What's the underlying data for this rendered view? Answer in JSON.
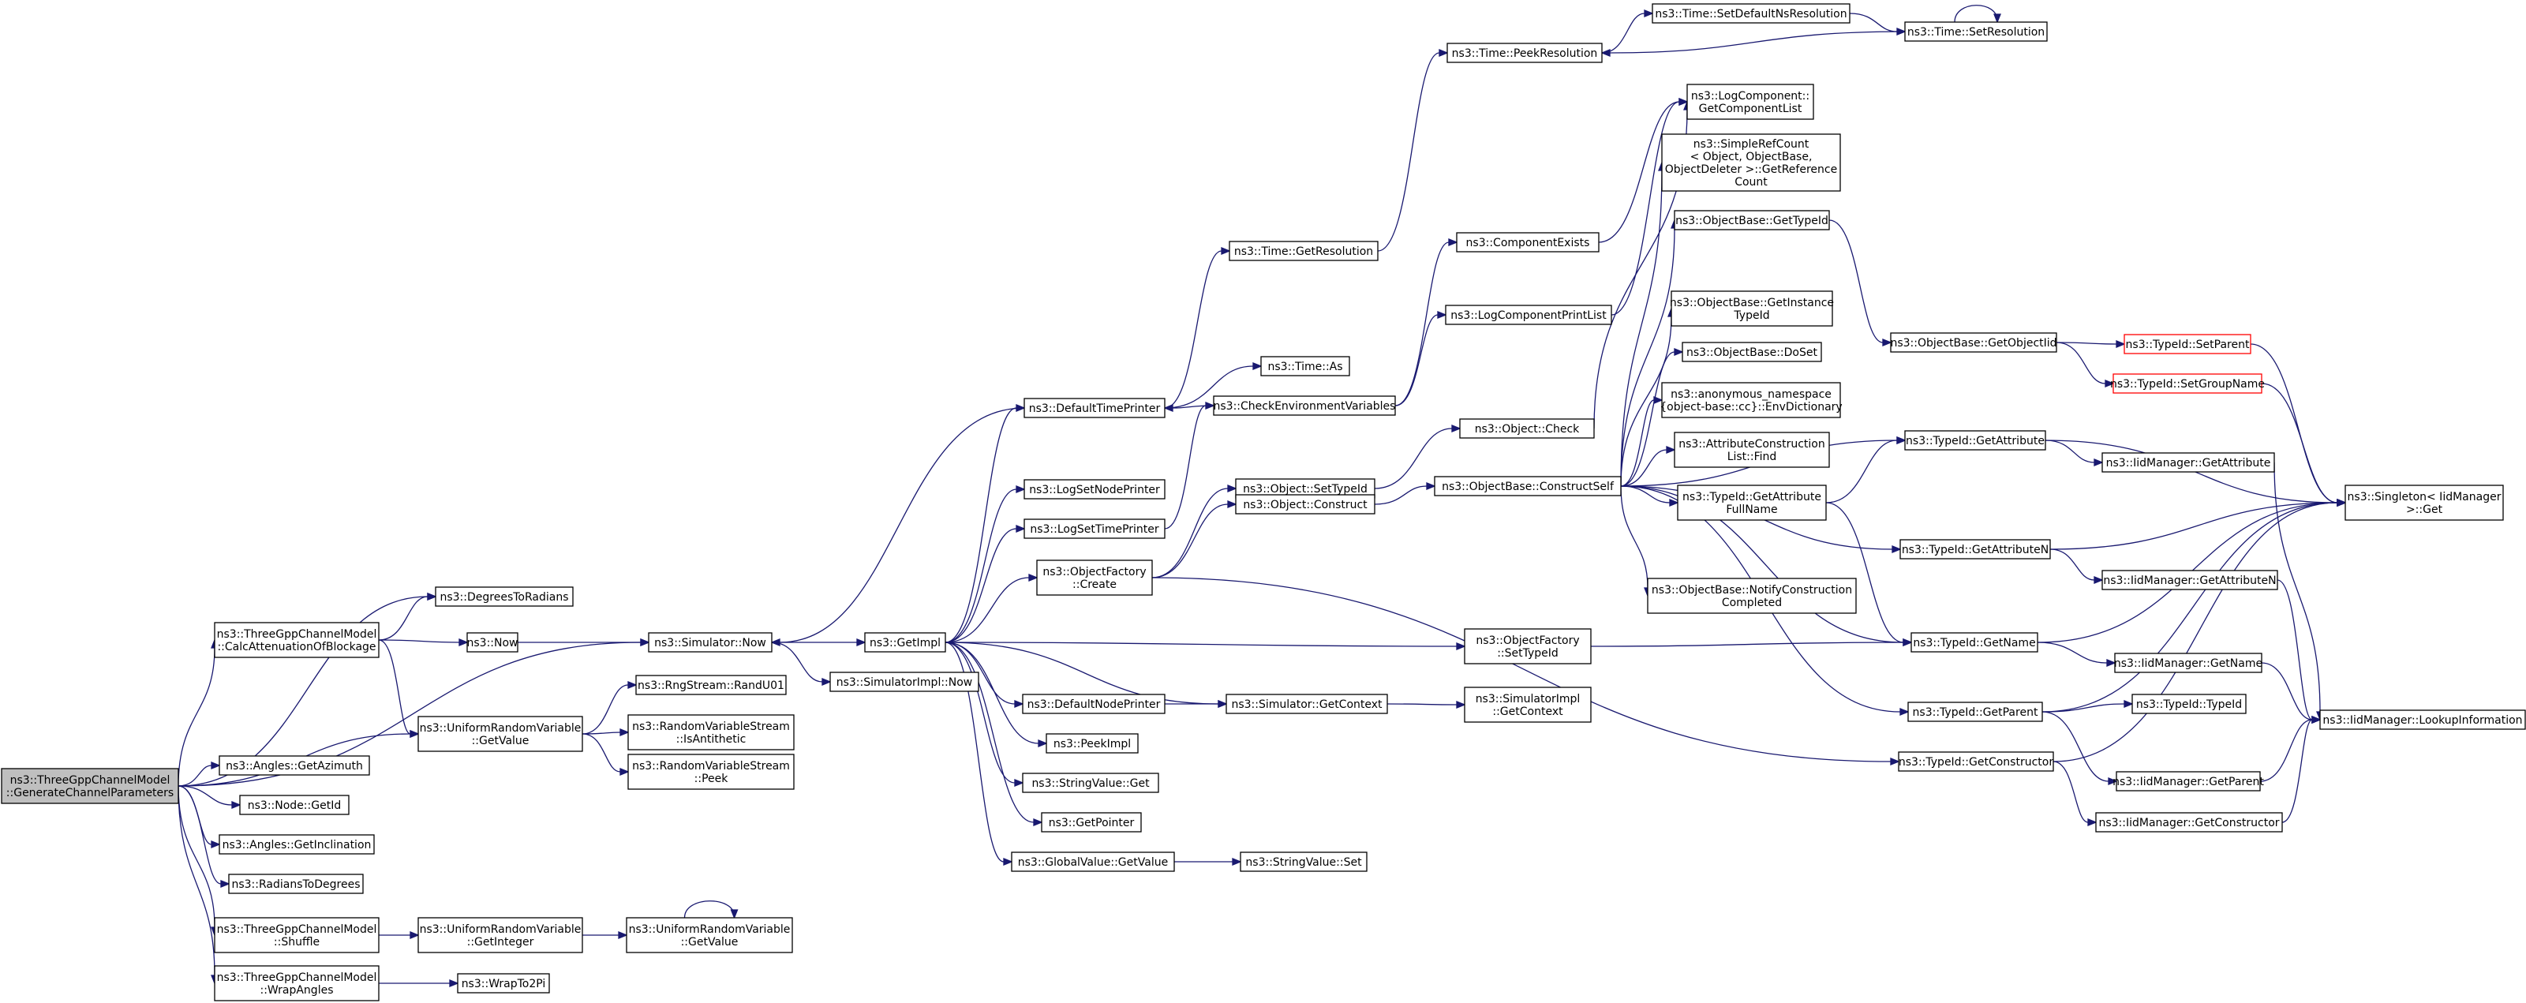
{
  "graph": {
    "nodes": [
      {
        "id": "root",
        "lines": [
          "ns3::ThreeGppChannelModel",
          "::GenerateChannelParameters"
        ],
        "style": "root"
      },
      {
        "id": "calcAtt",
        "lines": [
          "ns3::ThreeGppChannelModel",
          "::CalcAttenuationOfBlockage"
        ]
      },
      {
        "id": "deg2rad",
        "lines": [
          "ns3::DegreesToRadians"
        ]
      },
      {
        "id": "now",
        "lines": [
          "ns3::Now"
        ]
      },
      {
        "id": "simNow",
        "lines": [
          "ns3::Simulator::Now"
        ]
      },
      {
        "id": "urvGetValue",
        "lines": [
          "ns3::UniformRandomVariable",
          "::GetValue"
        ]
      },
      {
        "id": "anglesAz",
        "lines": [
          "ns3::Angles::GetAzimuth"
        ]
      },
      {
        "id": "nodeGetId",
        "lines": [
          "ns3::Node::GetId"
        ]
      },
      {
        "id": "anglesInc",
        "lines": [
          "ns3::Angles::GetInclination"
        ]
      },
      {
        "id": "rad2deg",
        "lines": [
          "ns3::RadiansToDegrees"
        ]
      },
      {
        "id": "shuffle",
        "lines": [
          "ns3::ThreeGppChannelModel",
          "::Shuffle"
        ]
      },
      {
        "id": "wrapAngles",
        "lines": [
          "ns3::ThreeGppChannelModel",
          "::WrapAngles"
        ]
      },
      {
        "id": "randU01",
        "lines": [
          "ns3::RngStream::RandU01"
        ]
      },
      {
        "id": "isAnti",
        "lines": [
          "ns3::RandomVariableStream",
          "::IsAntithetic"
        ]
      },
      {
        "id": "peek",
        "lines": [
          "ns3::RandomVariableStream",
          "::Peek"
        ]
      },
      {
        "id": "getInteger",
        "lines": [
          "ns3::UniformRandomVariable",
          "::GetInteger"
        ]
      },
      {
        "id": "urvGetValue2",
        "lines": [
          "ns3::UniformRandomVariable",
          "::GetValue"
        ]
      },
      {
        "id": "wrapTo2Pi",
        "lines": [
          "ns3::WrapTo2Pi"
        ]
      },
      {
        "id": "getImpl",
        "lines": [
          "ns3::GetImpl"
        ]
      },
      {
        "id": "simImplNow",
        "lines": [
          "ns3::SimulatorImpl::Now"
        ]
      },
      {
        "id": "defTimePrinter",
        "lines": [
          "ns3::DefaultTimePrinter"
        ]
      },
      {
        "id": "logSetNodePrinter",
        "lines": [
          "ns3::LogSetNodePrinter"
        ]
      },
      {
        "id": "logSetTimePrinter",
        "lines": [
          "ns3::LogSetTimePrinter"
        ]
      },
      {
        "id": "objFactoryCreate",
        "lines": [
          "ns3::ObjectFactory",
          "::Create"
        ]
      },
      {
        "id": "defNodePrinter",
        "lines": [
          "ns3::DefaultNodePrinter"
        ]
      },
      {
        "id": "peekImpl",
        "lines": [
          "ns3::PeekImpl"
        ]
      },
      {
        "id": "stringValueGet",
        "lines": [
          "ns3::StringValue::Get"
        ]
      },
      {
        "id": "getPointer",
        "lines": [
          "ns3::GetPointer"
        ]
      },
      {
        "id": "globalValueGet",
        "lines": [
          "ns3::GlobalValue::GetValue"
        ]
      },
      {
        "id": "timeGetRes",
        "lines": [
          "ns3::Time::GetResolution"
        ]
      },
      {
        "id": "timeAs",
        "lines": [
          "ns3::Time::As"
        ]
      },
      {
        "id": "checkEnv",
        "lines": [
          "ns3::CheckEnvironmentVariables"
        ]
      },
      {
        "id": "objSetTypeId",
        "lines": [
          "ns3::Object::SetTypeId"
        ]
      },
      {
        "id": "objConstruct",
        "lines": [
          "ns3::Object::Construct"
        ]
      },
      {
        "id": "simGetContext",
        "lines": [
          "ns3::Simulator::GetContext"
        ]
      },
      {
        "id": "stringValueSet",
        "lines": [
          "ns3::StringValue::Set"
        ]
      },
      {
        "id": "timePeekRes",
        "lines": [
          "ns3::Time::PeekResolution"
        ]
      },
      {
        "id": "timeSetDefNs",
        "lines": [
          "ns3::Time::SetDefaultNsResolution"
        ]
      },
      {
        "id": "timeSetRes",
        "lines": [
          "ns3::Time::SetResolution"
        ]
      },
      {
        "id": "compExists",
        "lines": [
          "ns3::ComponentExists"
        ]
      },
      {
        "id": "logCompPrintList",
        "lines": [
          "ns3::LogComponentPrintList"
        ]
      },
      {
        "id": "objCheck",
        "lines": [
          "ns3::Object::Check"
        ]
      },
      {
        "id": "objBaseConstructSelf",
        "lines": [
          "ns3::ObjectBase::ConstructSelf"
        ]
      },
      {
        "id": "objFactorySetTypeId",
        "lines": [
          "ns3::ObjectFactory",
          "::SetTypeId"
        ]
      },
      {
        "id": "simImplGetContext",
        "lines": [
          "ns3::SimulatorImpl",
          "::GetContext"
        ]
      },
      {
        "id": "logCompGetList",
        "lines": [
          "ns3::LogComponent::",
          "GetComponentList"
        ]
      },
      {
        "id": "simpleRefCount",
        "lines": [
          "ns3::SimpleRefCount",
          "< Object, ObjectBase,",
          "ObjectDeleter >::GetReference",
          "Count"
        ]
      },
      {
        "id": "objBaseGetTypeId",
        "lines": [
          "ns3::ObjectBase::GetTypeId"
        ]
      },
      {
        "id": "objBaseGetInstTypeId",
        "lines": [
          "ns3::ObjectBase::GetInstance",
          "TypeId"
        ]
      },
      {
        "id": "objBaseDoSet",
        "lines": [
          "ns3::ObjectBase::DoSet"
        ]
      },
      {
        "id": "envDictionary",
        "lines": [
          "ns3::anonymous_namespace",
          "{object-base::cc}::EnvDictionary"
        ]
      },
      {
        "id": "attrConstrFind",
        "lines": [
          "ns3::AttributeConstruction",
          "List::Find"
        ]
      },
      {
        "id": "typeIdGetAttrFull",
        "lines": [
          "ns3::TypeId::GetAttribute",
          "FullName"
        ]
      },
      {
        "id": "objBaseNotify",
        "lines": [
          "ns3::ObjectBase::NotifyConstruction",
          "Completed"
        ]
      },
      {
        "id": "objBaseGetObjIid",
        "lines": [
          "ns3::ObjectBase::GetObjectIid"
        ]
      },
      {
        "id": "typeIdGetAttr",
        "lines": [
          "ns3::TypeId::GetAttribute"
        ]
      },
      {
        "id": "typeIdGetAttrN",
        "lines": [
          "ns3::TypeId::GetAttributeN"
        ]
      },
      {
        "id": "typeIdGetName",
        "lines": [
          "ns3::TypeId::GetName"
        ]
      },
      {
        "id": "typeIdGetParent",
        "lines": [
          "ns3::TypeId::GetParent"
        ]
      },
      {
        "id": "typeIdGetConstructor",
        "lines": [
          "ns3::TypeId::GetConstructor"
        ]
      },
      {
        "id": "typeIdSetParent",
        "lines": [
          "ns3::TypeId::SetParent"
        ],
        "style": "red"
      },
      {
        "id": "typeIdSetGroupName",
        "lines": [
          "ns3::TypeId::SetGroupName"
        ],
        "style": "red"
      },
      {
        "id": "iidGetAttribute",
        "lines": [
          "ns3::IidManager::GetAttribute"
        ]
      },
      {
        "id": "iidGetAttributeN",
        "lines": [
          "ns3::IidManager::GetAttributeN"
        ]
      },
      {
        "id": "iidGetName",
        "lines": [
          "ns3::IidManager::GetName"
        ]
      },
      {
        "id": "typeIdTypeId",
        "lines": [
          "ns3::TypeId::TypeId"
        ]
      },
      {
        "id": "iidGetParent",
        "lines": [
          "ns3::IidManager::GetParent"
        ]
      },
      {
        "id": "iidGetConstructor",
        "lines": [
          "ns3::IidManager::GetConstructor"
        ]
      },
      {
        "id": "singletonGet",
        "lines": [
          "ns3::Singleton< IidManager",
          ">::Get"
        ]
      },
      {
        "id": "iidLookup",
        "lines": [
          "ns3::IidManager::LookupInformation"
        ]
      }
    ],
    "edges": [
      [
        "root",
        "calcAtt"
      ],
      [
        "root",
        "deg2rad"
      ],
      [
        "root",
        "simNow"
      ],
      [
        "root",
        "urvGetValue"
      ],
      [
        "root",
        "anglesAz"
      ],
      [
        "root",
        "nodeGetId"
      ],
      [
        "root",
        "anglesInc"
      ],
      [
        "root",
        "rad2deg"
      ],
      [
        "root",
        "shuffle"
      ],
      [
        "root",
        "wrapAngles"
      ],
      [
        "calcAtt",
        "deg2rad"
      ],
      [
        "calcAtt",
        "now"
      ],
      [
        "calcAtt",
        "urvGetValue"
      ],
      [
        "now",
        "simNow"
      ],
      [
        "urvGetValue",
        "randU01"
      ],
      [
        "urvGetValue",
        "isAnti"
      ],
      [
        "urvGetValue",
        "peek"
      ],
      [
        "shuffle",
        "getInteger"
      ],
      [
        "getInteger",
        "urvGetValue2"
      ],
      [
        "urvGetValue2",
        "urvGetValue2"
      ],
      [
        "wrapAngles",
        "wrapTo2Pi"
      ],
      [
        "simNow",
        "getImpl"
      ],
      [
        "simNow",
        "simImplNow"
      ],
      [
        "getImpl",
        "defTimePrinter"
      ],
      [
        "getImpl",
        "logSetNodePrinter"
      ],
      [
        "getImpl",
        "logSetTimePrinter"
      ],
      [
        "getImpl",
        "objFactoryCreate"
      ],
      [
        "getImpl",
        "defNodePrinter"
      ],
      [
        "getImpl",
        "peekImpl"
      ],
      [
        "getImpl",
        "stringValueGet"
      ],
      [
        "getImpl",
        "getPointer"
      ],
      [
        "getImpl",
        "globalValueGet"
      ],
      [
        "getImpl",
        "objFactorySetTypeId"
      ],
      [
        "getImpl",
        "simGetContext"
      ],
      [
        "defTimePrinter",
        "simNow"
      ],
      [
        "defTimePrinter",
        "timeGetRes"
      ],
      [
        "defTimePrinter",
        "timeAs"
      ],
      [
        "logSetTimePrinter",
        "checkEnv"
      ],
      [
        "checkEnv",
        "defTimePrinter"
      ],
      [
        "checkEnv",
        "compExists"
      ],
      [
        "checkEnv",
        "logCompPrintList"
      ],
      [
        "objFactoryCreate",
        "objSetTypeId"
      ],
      [
        "objFactoryCreate",
        "objConstruct"
      ],
      [
        "objFactoryCreate",
        "typeIdGetConstructor"
      ],
      [
        "defNodePrinter",
        "simGetContext"
      ],
      [
        "simGetContext",
        "simImplGetContext"
      ],
      [
        "globalValueGet",
        "stringValueSet"
      ],
      [
        "timeGetRes",
        "timePeekRes"
      ],
      [
        "timePeekRes",
        "timeSetDefNs"
      ],
      [
        "timeSetDefNs",
        "timeSetRes"
      ],
      [
        "timeSetRes",
        "timePeekRes"
      ],
      [
        "timeSetRes",
        "timeSetRes"
      ],
      [
        "compExists",
        "logCompGetList"
      ],
      [
        "logCompPrintList",
        "logCompGetList"
      ],
      [
        "objSetTypeId",
        "objCheck"
      ],
      [
        "objCheck",
        "logCompGetList"
      ],
      [
        "objConstruct",
        "objBaseConstructSelf"
      ],
      [
        "objBaseConstructSelf",
        "simpleRefCount"
      ],
      [
        "objBaseConstructSelf",
        "objBaseGetTypeId"
      ],
      [
        "objBaseConstructSelf",
        "objBaseGetInstTypeId"
      ],
      [
        "objBaseConstructSelf",
        "objBaseDoSet"
      ],
      [
        "objBaseConstructSelf",
        "envDictionary"
      ],
      [
        "objBaseConstructSelf",
        "attrConstrFind"
      ],
      [
        "objBaseConstructSelf",
        "typeIdGetAttrFull"
      ],
      [
        "objBaseConstructSelf",
        "objBaseNotify"
      ],
      [
        "objBaseConstructSelf",
        "typeIdGetAttr"
      ],
      [
        "objBaseConstructSelf",
        "typeIdGetAttrN"
      ],
      [
        "objBaseConstructSelf",
        "typeIdGetName"
      ],
      [
        "objBaseConstructSelf",
        "typeIdGetParent"
      ],
      [
        "objFactorySetTypeId",
        "typeIdGetName"
      ],
      [
        "objBaseGetTypeId",
        "objBaseGetObjIid"
      ],
      [
        "objBaseGetObjIid",
        "typeIdSetParent"
      ],
      [
        "objBaseGetObjIid",
        "typeIdSetGroupName"
      ],
      [
        "typeIdGetAttrFull",
        "typeIdGetAttr"
      ],
      [
        "typeIdGetAttrFull",
        "typeIdGetName"
      ],
      [
        "typeIdGetAttr",
        "iidGetAttribute"
      ],
      [
        "typeIdGetAttr",
        "singletonGet"
      ],
      [
        "typeIdGetAttrN",
        "iidGetAttributeN"
      ],
      [
        "typeIdGetAttrN",
        "singletonGet"
      ],
      [
        "typeIdGetName",
        "iidGetName"
      ],
      [
        "typeIdGetName",
        "singletonGet"
      ],
      [
        "typeIdGetParent",
        "typeIdTypeId"
      ],
      [
        "typeIdGetParent",
        "iidGetParent"
      ],
      [
        "typeIdGetParent",
        "singletonGet"
      ],
      [
        "typeIdGetConstructor",
        "iidGetConstructor"
      ],
      [
        "typeIdGetConstructor",
        "singletonGet"
      ],
      [
        "typeIdSetParent",
        "singletonGet"
      ],
      [
        "typeIdSetGroupName",
        "singletonGet"
      ],
      [
        "iidGetAttribute",
        "iidLookup"
      ],
      [
        "iidGetAttributeN",
        "iidLookup"
      ],
      [
        "iidGetName",
        "iidLookup"
      ],
      [
        "iidGetParent",
        "iidLookup"
      ],
      [
        "iidGetConstructor",
        "iidLookup"
      ]
    ]
  }
}
